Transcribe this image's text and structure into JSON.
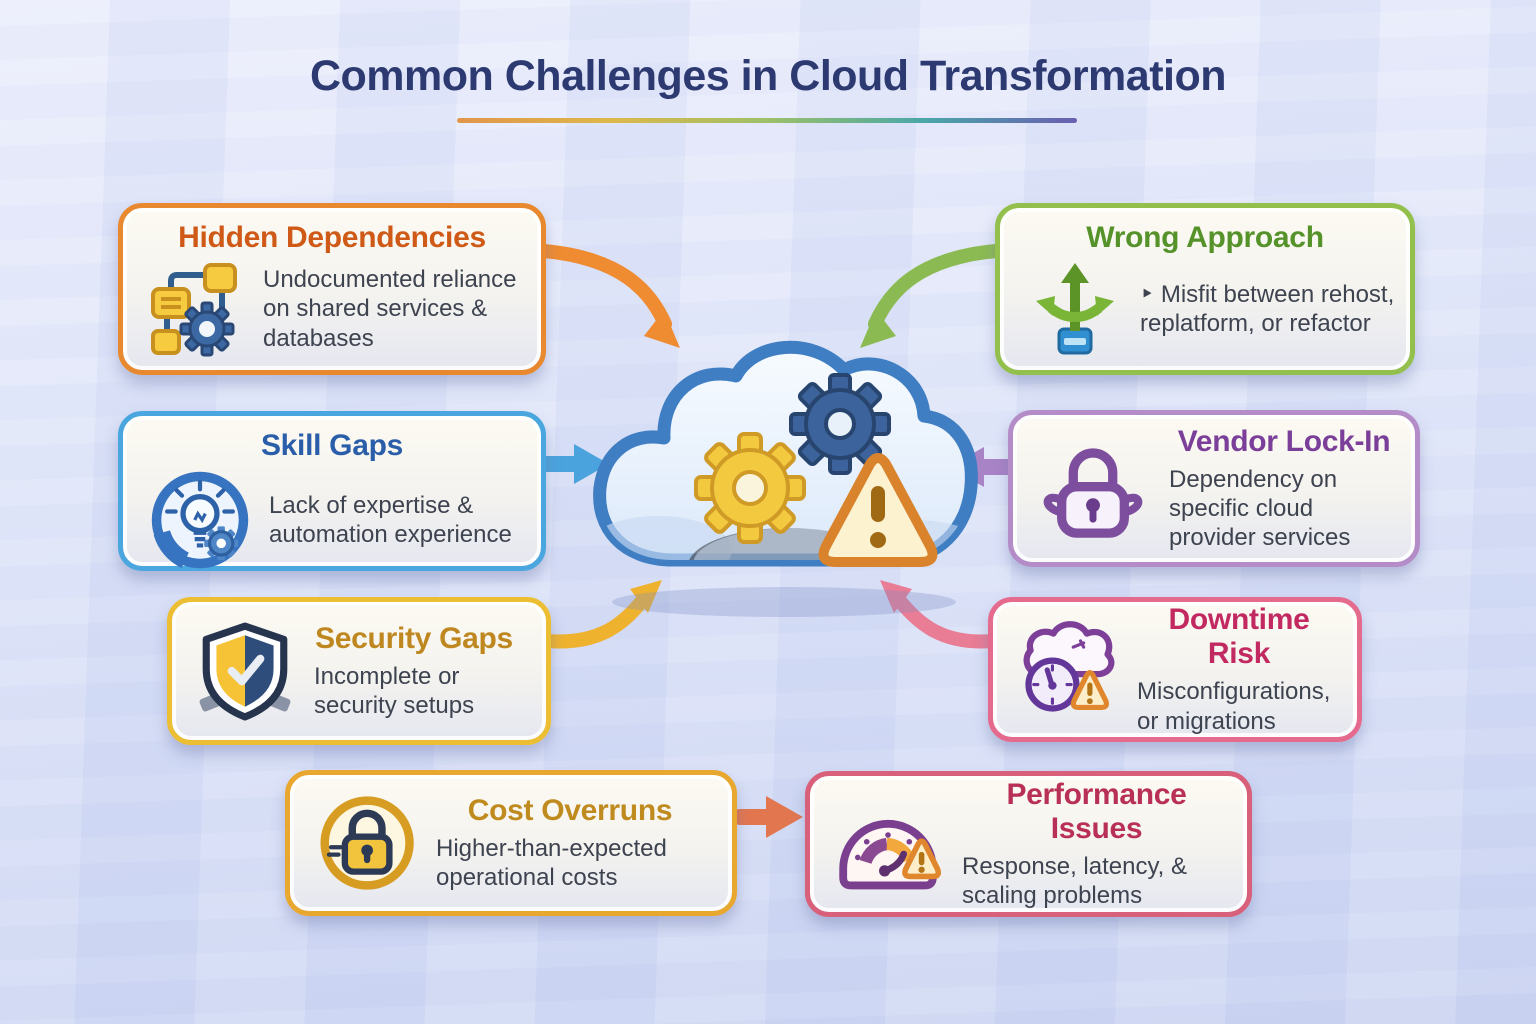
{
  "header": {
    "title": "Common Challenges in Cloud Transformation",
    "title_color": "#2d3a71",
    "divider_colors": [
      "#e2954a",
      "#ddb84a",
      "#9dc068",
      "#4aa8a8",
      "#6a5fb0"
    ]
  },
  "center": {
    "icon": "cloud-gears-warning-icon",
    "alert_symbol": "!",
    "cloud_stroke": "#3f7ec2",
    "gear_yellow": "#f3c93f",
    "gear_blue": "#3c639c",
    "alert_border": "#d9832c"
  },
  "cards": [
    {
      "id": "hidden-dependencies",
      "title": "Hidden Dependencies",
      "description": "Undocumented reliance on shared services & databases",
      "title_color": "#cf5a17",
      "border_color": "#e8882f",
      "icon": "flowchart-gear-icon"
    },
    {
      "id": "skill-gaps",
      "title": "Skill Gaps",
      "description": "Lack of expertise & automation experience",
      "title_color": "#2b5ea9",
      "border_color": "#49a6de",
      "icon": "lightbulb-gear-icon"
    },
    {
      "id": "security-gaps",
      "title": "Security Gaps",
      "description": "Incomplete or security setups",
      "title_color": "#bf871f",
      "border_color": "#ecbe33",
      "icon": "shield-check-icon"
    },
    {
      "id": "cost-overruns",
      "title": "Cost Overruns",
      "description": "Higher-than-expected operational costs",
      "title_color": "#bf8a1e",
      "border_color": "#e8a72f",
      "icon": "padlock-coin-icon"
    },
    {
      "id": "wrong-approach",
      "title": "Wrong Approach",
      "description": "‣ Misfit between rehost, replatform, or refactor",
      "title_color": "#55932a",
      "border_color": "#93c04d",
      "icon": "branching-arrows-icon"
    },
    {
      "id": "vendor-lock-in",
      "title": "Vendor Lock-In",
      "description": "Dependency on specific cloud provider services",
      "title_color": "#7b3f99",
      "border_color": "#b48cc8",
      "icon": "vendor-padlock-icon"
    },
    {
      "id": "downtime-risk",
      "title": "Downtime Risk",
      "description": "Misconfigurations, or migrations",
      "title_color": "#c12960",
      "border_color": "#e56b8e",
      "icon": "cloud-clock-alert-icon"
    },
    {
      "id": "performance-issues",
      "title": "Performance Issues",
      "description": "Response, latency, & scaling problems",
      "title_color": "#b93056",
      "border_color": "#d9607a",
      "icon": "gauge-alert-icon"
    }
  ],
  "arrows": [
    {
      "from": "hidden-dependencies",
      "to": "cloud",
      "color": "#ef8b31"
    },
    {
      "from": "wrong-approach",
      "to": "cloud",
      "color": "#8cba52"
    },
    {
      "from": "skill-gaps",
      "to": "cloud",
      "color": "#4ba3dd"
    },
    {
      "from": "vendor-lock-in",
      "to": "cloud",
      "color": "#a883c6"
    },
    {
      "from": "security-gaps",
      "to": "cloud",
      "color": "#eeb22f"
    },
    {
      "from": "downtime-risk",
      "to": "cloud",
      "color": "#e87d95"
    },
    {
      "from": "cost-overruns",
      "to": "performance-issues",
      "color": "#e2764f"
    }
  ]
}
